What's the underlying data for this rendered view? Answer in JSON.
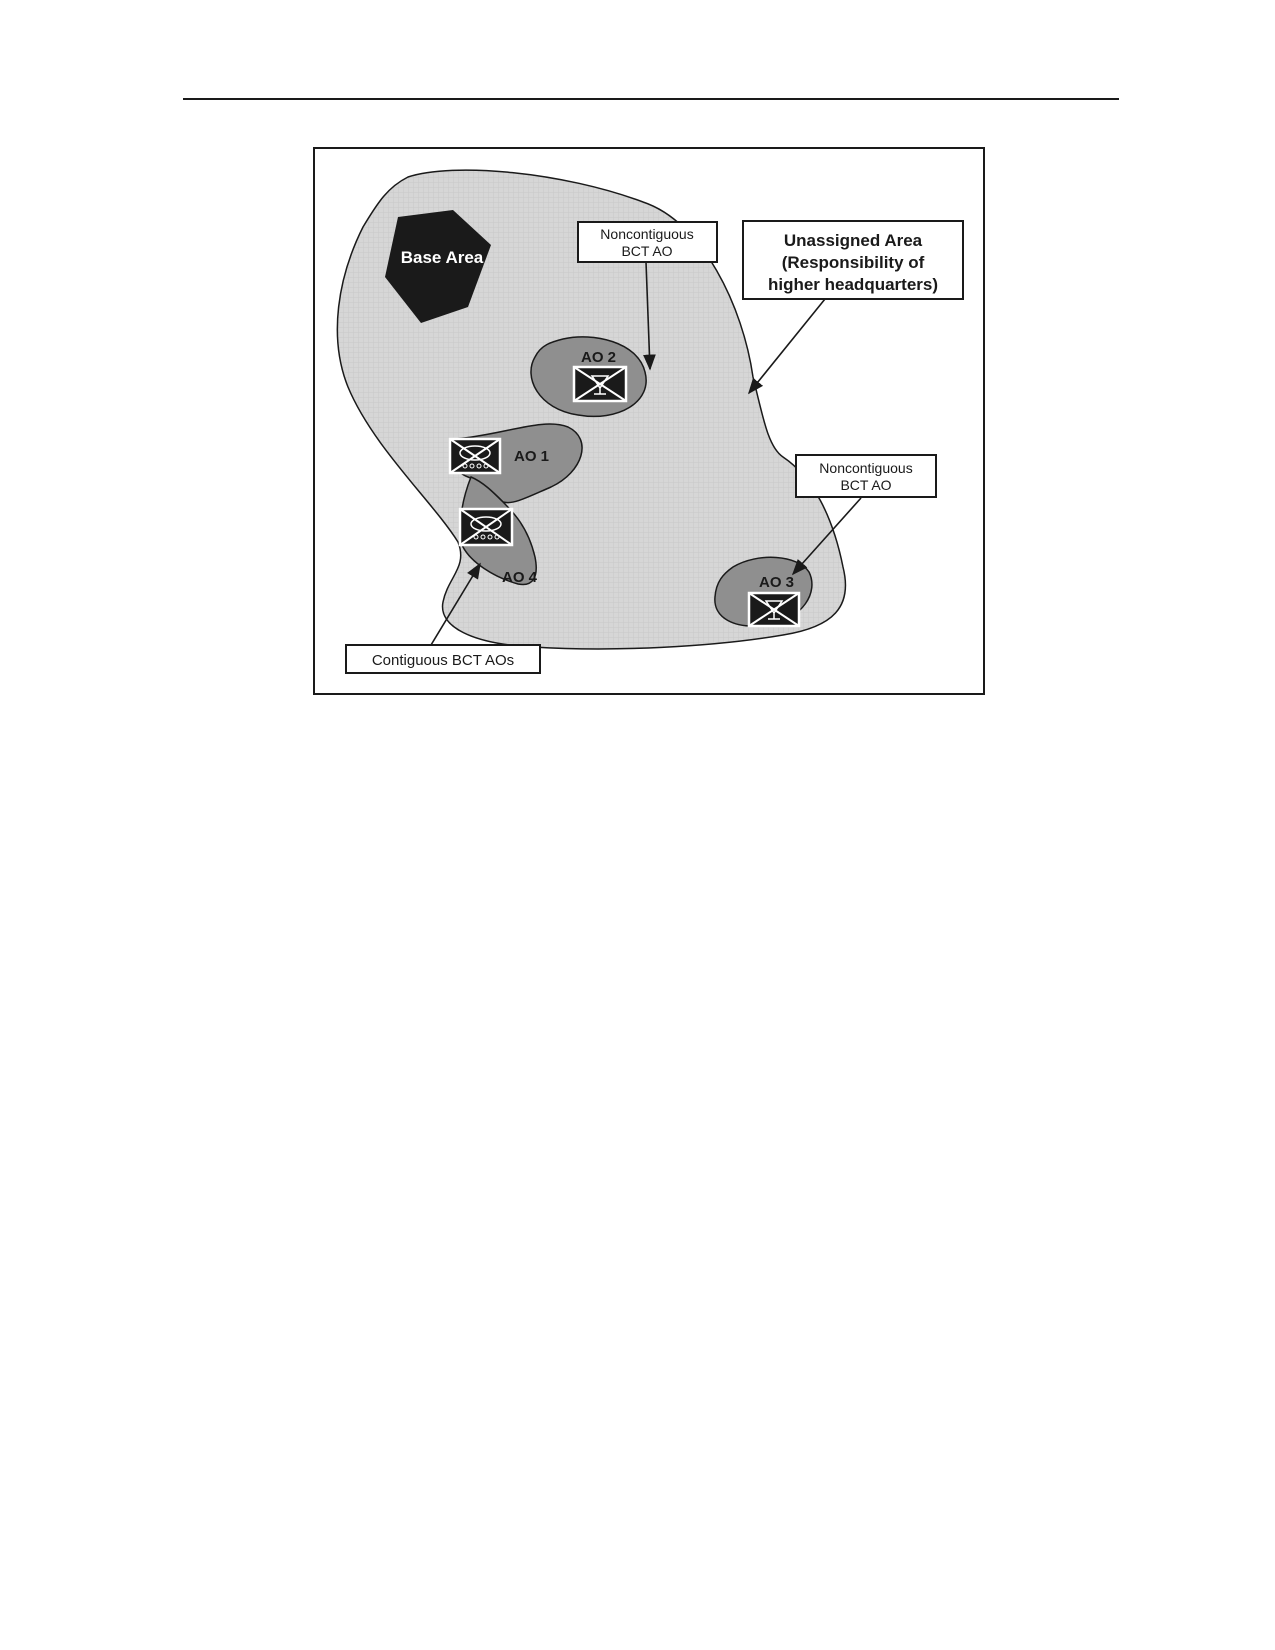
{
  "figure": {
    "base_area": "Base Area",
    "callout_noncontiguous_top": [
      "Noncontiguous",
      "BCT AO"
    ],
    "callout_unassigned": [
      "Unassigned Area",
      "(Responsibility of",
      "higher headquarters)"
    ],
    "callout_noncontiguous_right": [
      "Noncontiguous",
      "BCT AO"
    ],
    "callout_contiguous": "Contiguous BCT AOs",
    "ao_labels": [
      "AO 1",
      "AO 2",
      "AO 3",
      "AO 4"
    ]
  },
  "colors": {
    "unassigned_fill": "#d4d4d4",
    "ao_fill": "#8f8f8f",
    "base_fill": "#1a1a1a"
  }
}
